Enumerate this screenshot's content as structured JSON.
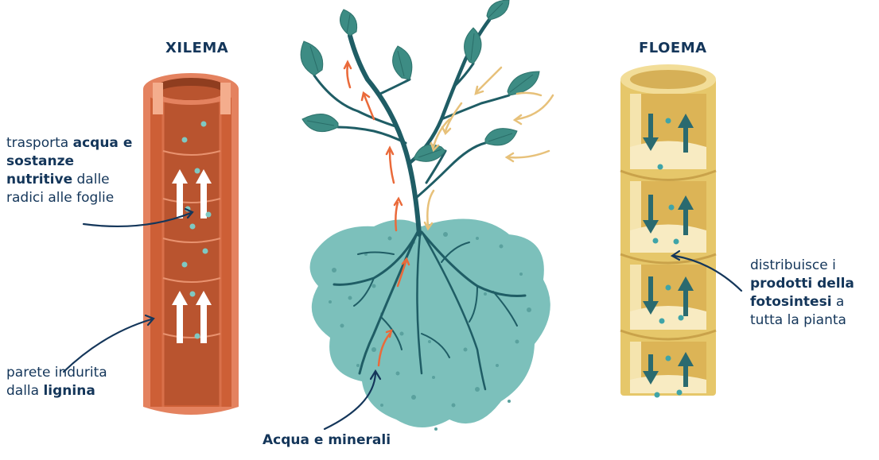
{
  "colors": {
    "text": "#14365a",
    "xylem": "#cd5f36",
    "xylem_light": "#e88565",
    "phloem": "#e8c96a",
    "phloem_light": "#f6e7b4",
    "leaf": "#3d8c84",
    "stem": "#1f5d65",
    "soil": "#7cc0bb",
    "arrow_up": "#ea6a3a",
    "arrow_down": "#e7c17a"
  },
  "xylem": {
    "title": "XILEMA",
    "transport_label": {
      "p1": "trasporta ",
      "b1": "acqua e sostanze nutritive",
      "p2": " dalle radici alle foglie"
    },
    "wall_label": {
      "p1": "parete indurita dalla ",
      "b1": "lignina"
    }
  },
  "phloem": {
    "title": "FLOEMA",
    "label": {
      "p1": "distribuisce i ",
      "b1": "prodotti della fotosintesi",
      "p2": " a tutta la pianta"
    }
  },
  "plant": {
    "soil_label": "Acqua e minerali"
  }
}
